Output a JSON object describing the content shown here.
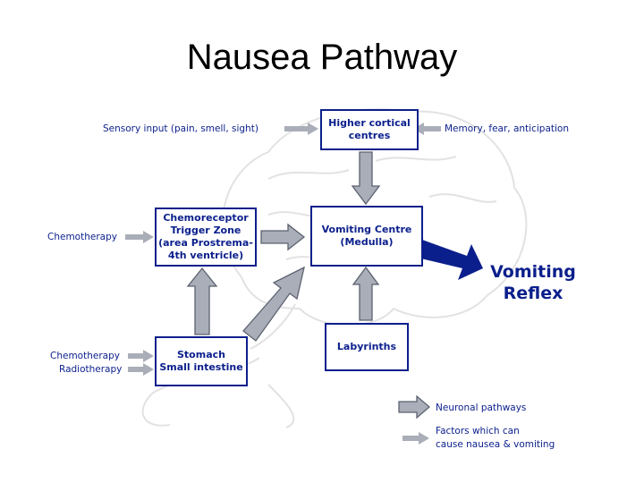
{
  "title": "Nausea Pathway",
  "boxes": {
    "higher_cortical": "Higher cortical\ncentres",
    "ctz": "Chemoreceptor\nTrigger Zone\n(area Prostrema-\n4th ventricle)",
    "vomiting_centre": "Vomiting Centre\n(Medulla)",
    "stomach": "Stomach\nSmall intestine",
    "labyrinths": "Labyrinths"
  },
  "inputs": {
    "sensory": "Sensory input (pain, smell, sight)",
    "memory": "Memory, fear, anticipation",
    "chemo_ctz": "Chemotherapy",
    "chemo_stomach": "Chemotherapy",
    "radio_stomach": "Radiotherapy"
  },
  "output": "Vomiting\nReflex",
  "legend": {
    "neuronal": "Neuronal pathways",
    "factors": "Factors which can\ncause nausea & vomiting"
  },
  "colors": {
    "box_border": "#0b1f8c",
    "text": "#0b1f8c",
    "arrow_fill": "#a9aeb8",
    "arrow_stroke": "#5c6270",
    "reflex_arrow": "#0b1f8c"
  }
}
